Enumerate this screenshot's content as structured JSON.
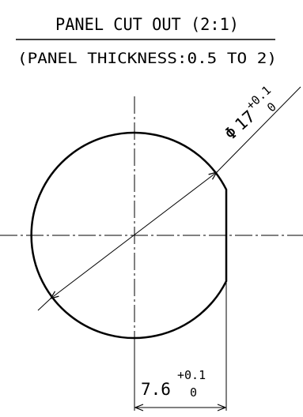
{
  "title": "PANEL CUT OUT (2:1)",
  "subtitle": "(PANEL THICKNESS:0.5 TO 2)",
  "diameter_dimension": {
    "symbol": "Φ",
    "value": "17",
    "upper_tolerance": "+0.1",
    "lower_tolerance": "0"
  },
  "flat_dimension": {
    "value": "7.6",
    "upper_tolerance": "+0.1",
    "lower_tolerance": "0"
  },
  "colors": {
    "ink": "#000000",
    "paper": "#ffffff"
  }
}
